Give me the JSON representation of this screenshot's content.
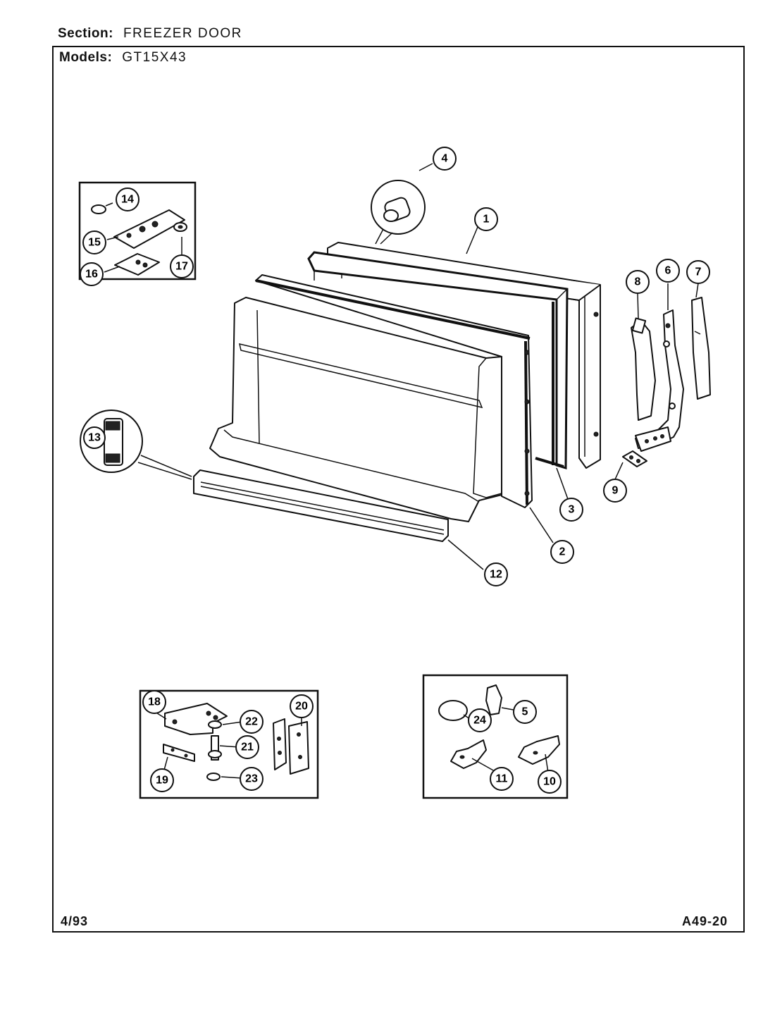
{
  "header": {
    "section_label": "Section:",
    "section_value": "FREEZER DOOR",
    "models_label": "Models:",
    "models_value": "GT15X43"
  },
  "footer": {
    "date": "4/93",
    "page_code": "A49-20"
  },
  "callouts": {
    "c1": "1",
    "c2": "2",
    "c3": "3",
    "c4": "4",
    "c5": "5",
    "c6": "6",
    "c7": "7",
    "c8": "8",
    "c9": "9",
    "c10": "10",
    "c11": "11",
    "c12": "12",
    "c13": "13",
    "c14": "14",
    "c15": "15",
    "c16": "16",
    "c17": "17",
    "c18": "18",
    "c19": "19",
    "c20": "20",
    "c21": "21",
    "c22": "22",
    "c23": "23",
    "c24": "24"
  }
}
